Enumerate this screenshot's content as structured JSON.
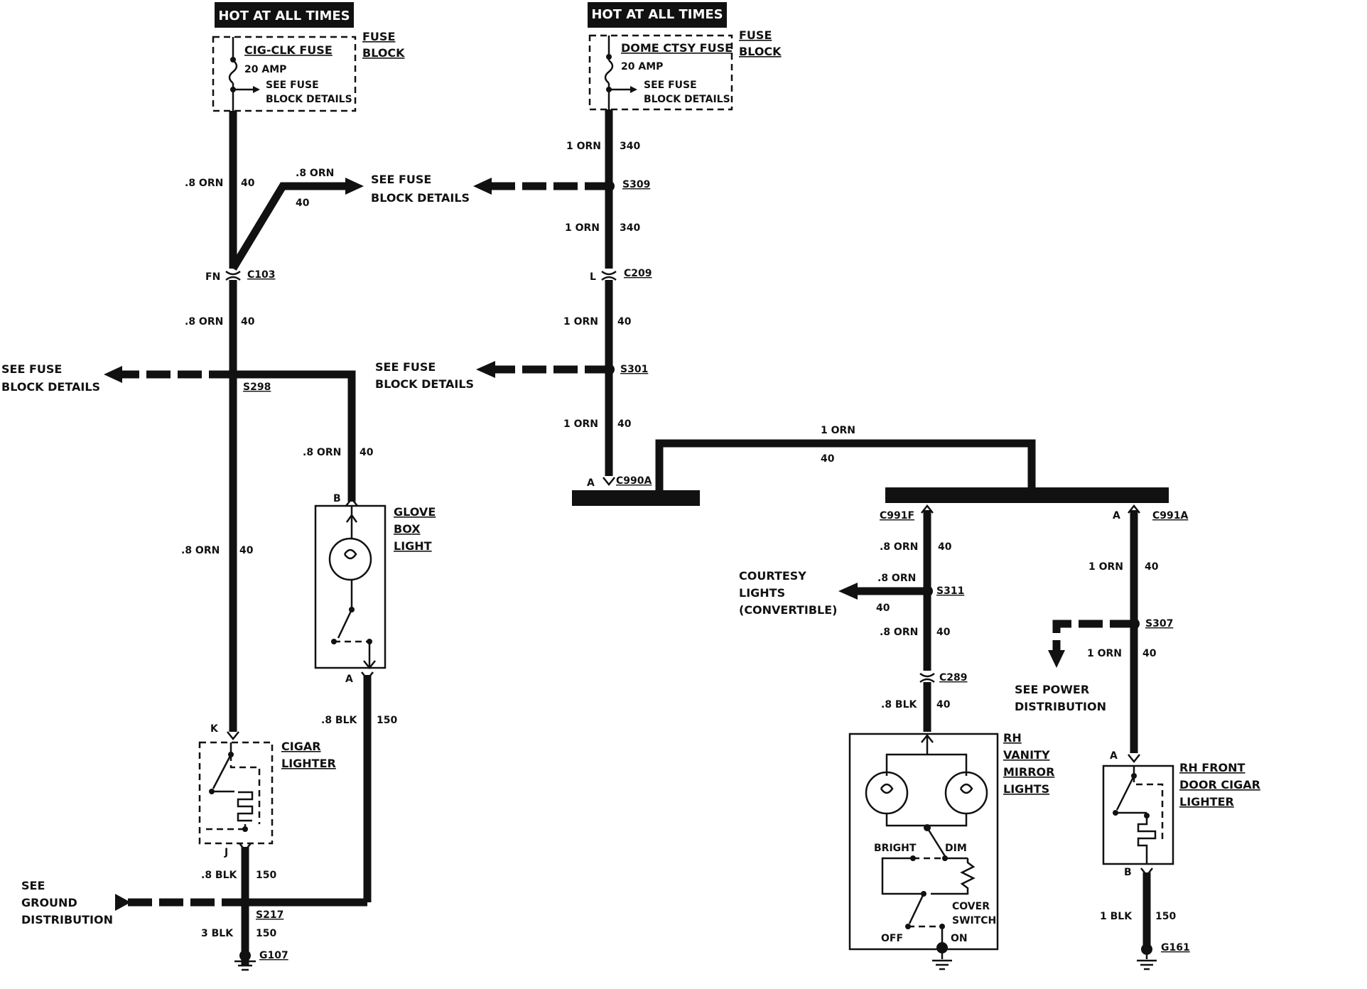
{
  "hot_at_all_times": [
    "HOT AT ALL TIMES",
    "HOT AT ALL TIMES"
  ],
  "fuses": [
    {
      "name": "CIG-CLK FUSE",
      "rating": "20 AMP",
      "see1": "SEE FUSE",
      "see2": "BLOCK DETAILS",
      "block1": "FUSE",
      "block2": "BLOCK"
    },
    {
      "name": "DOME CTSY FUSE",
      "rating": "20 AMP",
      "see1": "SEE FUSE",
      "see2": "BLOCK DETAILS",
      "block1": "FUSE",
      "block2": "BLOCK"
    }
  ],
  "references": {
    "fuse_detail_1": "SEE FUSE",
    "fuse_detail_2": "BLOCK DETAILS",
    "ground_1": "SEE",
    "ground_2": "GROUND",
    "ground_3": "DISTRIBUTION",
    "power_1": "SEE POWER",
    "power_2": "DISTRIBUTION",
    "courtesy_1": "COURTESY",
    "courtesy_2": "LIGHTS",
    "courtesy_3": "(CONVERTIBLE)"
  },
  "wires": {
    "orn08": ".8 ORN",
    "orn1": "1 ORN",
    "blk08": ".8 BLK",
    "blk1": "1 BLK",
    "blk3": "3 BLK",
    "c40": "40",
    "c150": "150",
    "c340": "340"
  },
  "connectors": {
    "c103": "C103",
    "c209": "C209",
    "c990a": "C990A",
    "c991f": "C991F",
    "c991a": "C991A",
    "c289": "C289",
    "fn": "FN",
    "l": "L",
    "a": "A",
    "b": "B",
    "k": "K",
    "j": "J"
  },
  "splices": {
    "s309": "S309",
    "s298": "S298",
    "s301": "S301",
    "s311": "S311",
    "s307": "S307",
    "s217": "S217"
  },
  "grounds": {
    "g107": "G107",
    "g161": "G161"
  },
  "components": {
    "glove1": "GLOVE",
    "glove2": "BOX",
    "glove3": "LIGHT",
    "cigar1": "CIGAR",
    "cigar2": "LIGHTER",
    "vanity1": "RH",
    "vanity2": "VANITY",
    "vanity3": "MIRROR",
    "vanity4": "LIGHTS",
    "door1": "RH FRONT",
    "door2": "DOOR CIGAR",
    "door3": "LIGHTER",
    "bright": "BRIGHT",
    "dim": "DIM",
    "cover1": "COVER",
    "cover2": "SWITCH",
    "off": "OFF",
    "on": "ON"
  }
}
